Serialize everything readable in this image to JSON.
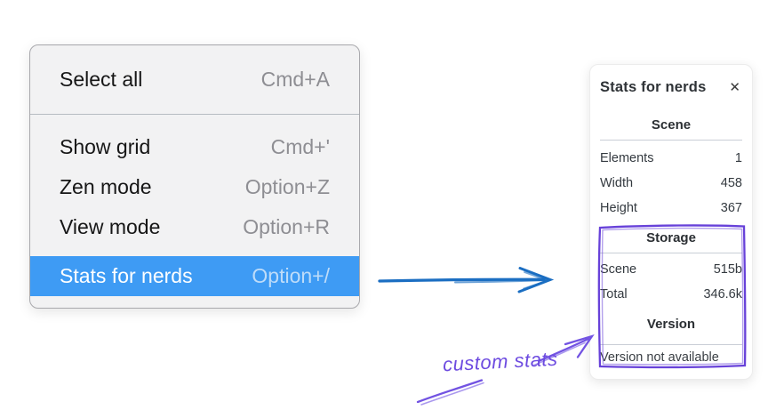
{
  "context_menu": {
    "items": [
      {
        "label": "Select all",
        "shortcut": "Cmd+A",
        "highlighted": false
      },
      {
        "label": "Show grid",
        "shortcut": "Cmd+'",
        "highlighted": false
      },
      {
        "label": "Zen mode",
        "shortcut": "Option+Z",
        "highlighted": false
      },
      {
        "label": "View mode",
        "shortcut": "Option+R",
        "highlighted": false
      },
      {
        "label": "Stats for nerds",
        "shortcut": "Option+/",
        "highlighted": true
      }
    ],
    "highlight_color": "#3e9bf4",
    "background_color": "#f2f2f3"
  },
  "stats_panel": {
    "title": "Stats for nerds",
    "close_icon_glyph": "✕",
    "scene_section": {
      "header": "Scene",
      "rows": [
        {
          "label": "Elements",
          "value": "1"
        },
        {
          "label": "Width",
          "value": "458"
        },
        {
          "label": "Height",
          "value": "367"
        }
      ]
    },
    "storage_section": {
      "header": "Storage",
      "rows": [
        {
          "label": "Scene",
          "value": "515b"
        },
        {
          "label": "Total",
          "value": "346.6k"
        }
      ]
    },
    "version_section": {
      "header": "Version",
      "note": "Version not available"
    }
  },
  "annotations": {
    "custom_stats_label": "custom stats",
    "blue_arrow_color": "#1b6ec2",
    "purple_annotation_color": "#6741d9"
  }
}
